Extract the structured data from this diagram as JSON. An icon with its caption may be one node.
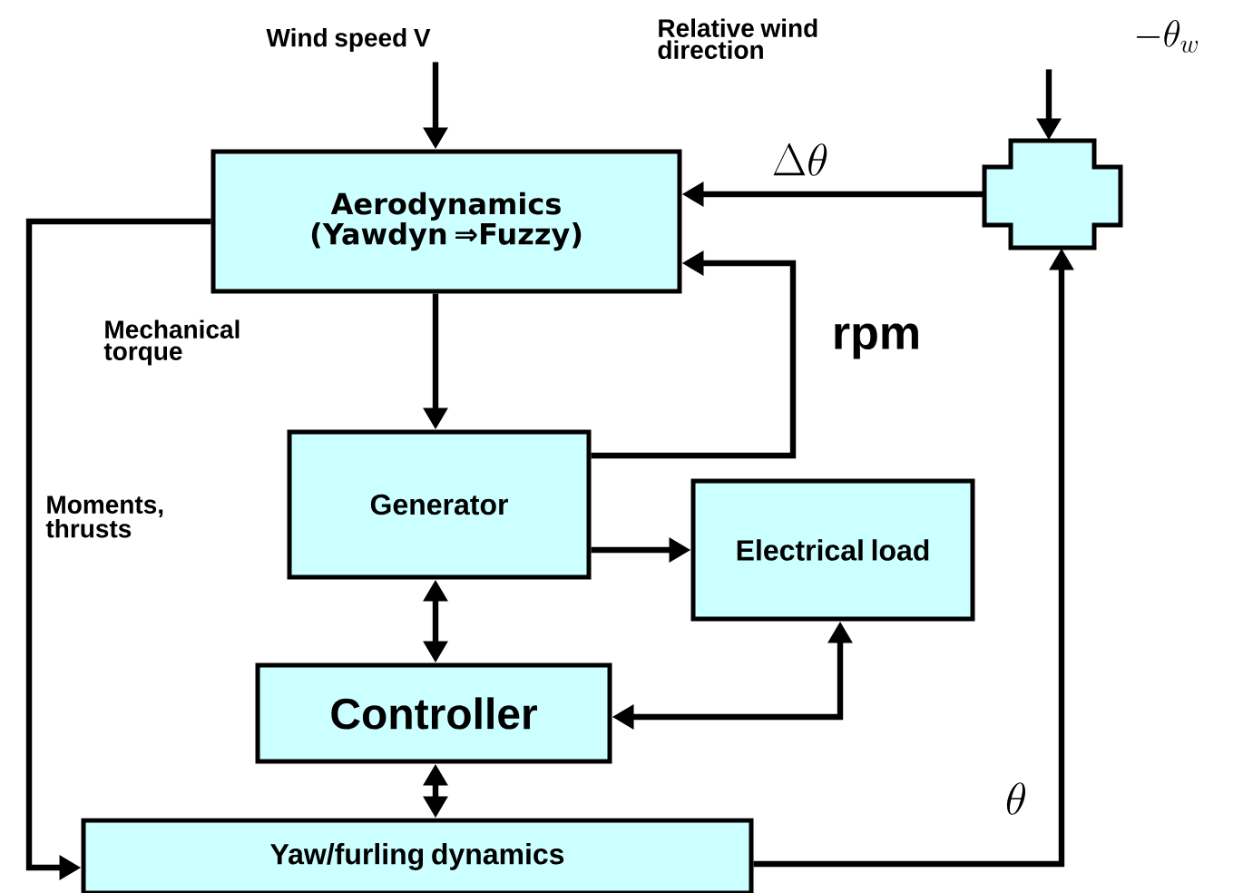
{
  "diagram": {
    "nodes": [
      {
        "text": [
          "Wind speed V"
        ]
      },
      {
        "text": [
          "-\\theta_w"
        ]
      },
      {
        "text": [
          "Aerodynamics (Yawdyn ⇒Fuzzy)"
        ]
      },
      {
        "text": [],
        "shape": "cross"
      },
      {
        "text": [
          "Generator"
        ]
      },
      {
        "text": [
          "Electrical load"
        ]
      },
      {
        "text": [
          "Controller"
        ]
      },
      {
        "text": [
          "Yaw/furling dynamics"
        ]
      }
    ],
    "edges": [
      {
        "from": 0,
        "to": 2,
        "arrow": "to"
      },
      {
        "from": 1,
        "to": 3,
        "arrow": "to"
      },
      {
        "from": 3,
        "to": 2,
        "arrow": "to",
        "label": "\\Delta\\theta"
      },
      {
        "from": 4,
        "to": 2,
        "arrow": "to",
        "label": "rpm"
      },
      {
        "from": 2,
        "to": 4,
        "arrow": "to"
      },
      {
        "from": 2,
        "to": 7,
        "arrow": "to"
      },
      {
        "from": 4,
        "to": 5,
        "arrow": "to"
      },
      {
        "from": 4,
        "to": 6,
        "arrow": "both"
      },
      {
        "from": 6,
        "to": 5,
        "arrow": "both"
      },
      {
        "from": 6,
        "to": 7,
        "arrow": "both"
      },
      {
        "from": 7,
        "to": 3,
        "arrow": "to",
        "label": "\\theta"
      }
    ],
    "labels": [
      "Relative wind direction",
      "Mechanical torque",
      "Moments, thrusts"
    ]
  }
}
